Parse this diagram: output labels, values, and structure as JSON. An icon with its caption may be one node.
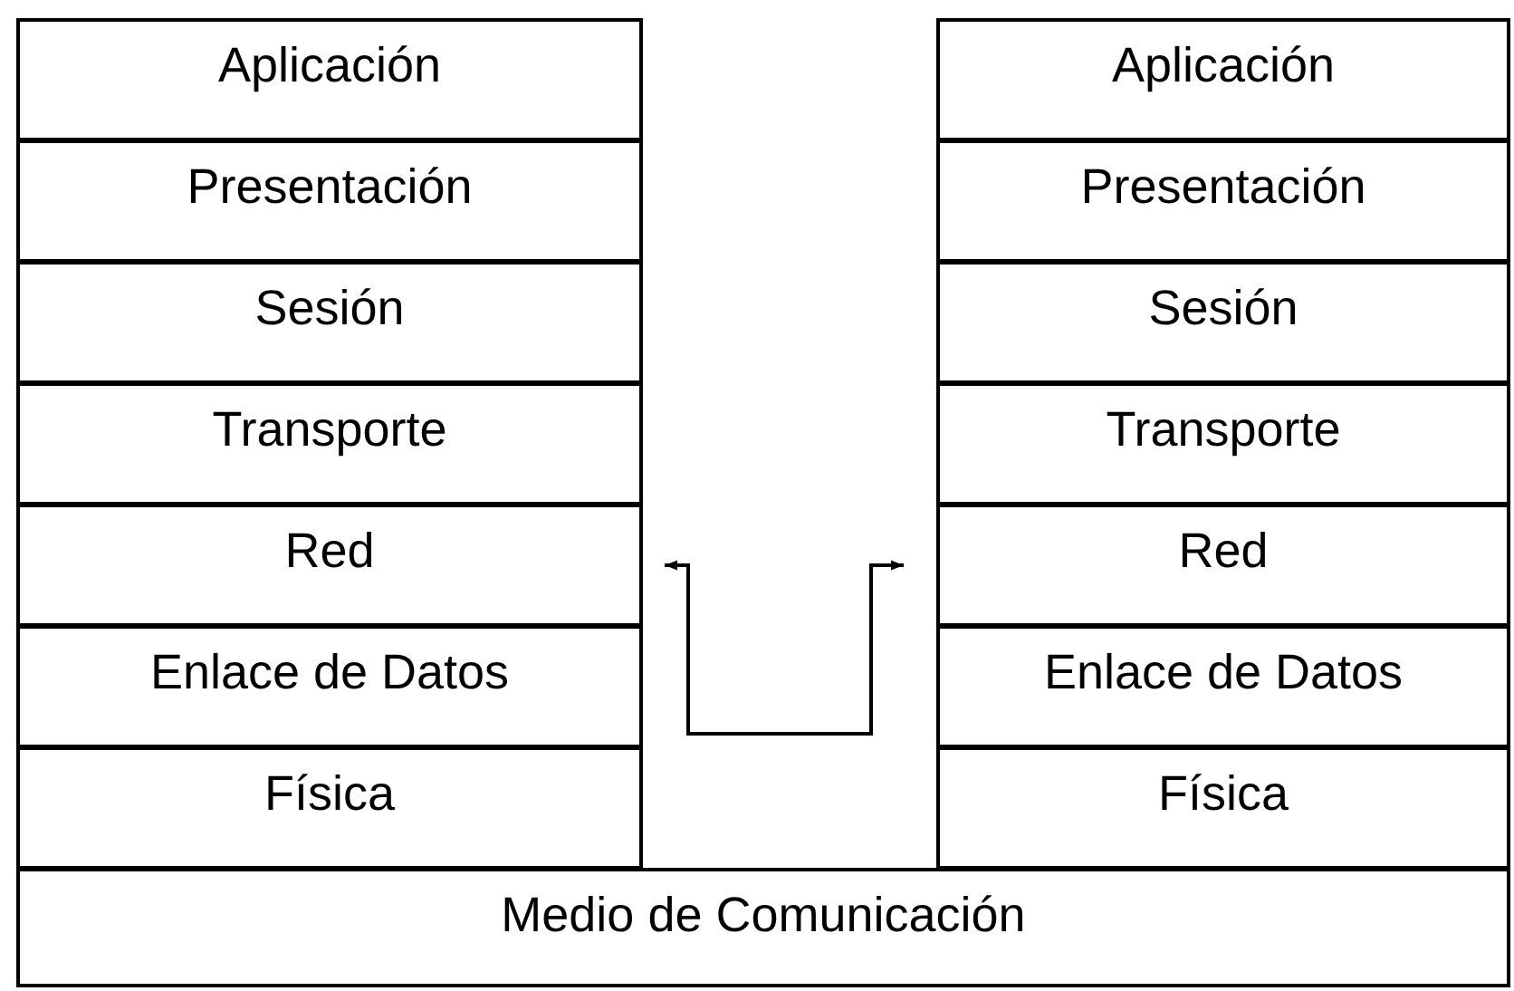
{
  "diagram": {
    "nodes": [
      {
        "text": [
          "Aplicación"
        ]
      },
      {
        "text": [
          "Presentación"
        ]
      },
      {
        "text": [
          "Sesión"
        ]
      },
      {
        "text": [
          "Transporte"
        ]
      },
      {
        "text": [
          "Red"
        ]
      },
      {
        "text": [
          "Enlace de Datos"
        ]
      },
      {
        "text": [
          "Física"
        ]
      },
      {
        "text": [
          "Aplicación"
        ]
      },
      {
        "text": [
          "Presentación"
        ]
      },
      {
        "text": [
          "Sesión"
        ]
      },
      {
        "text": [
          "Transporte"
        ]
      },
      {
        "text": [
          "Red"
        ]
      },
      {
        "text": [
          "Enlace de Datos"
        ]
      },
      {
        "text": [
          "Física"
        ]
      },
      {
        "text": [
          "Medio de Comunicación"
        ]
      }
    ],
    "edges": [
      {
        "from": 4,
        "to": 11,
        "arrow": "both"
      }
    ]
  }
}
